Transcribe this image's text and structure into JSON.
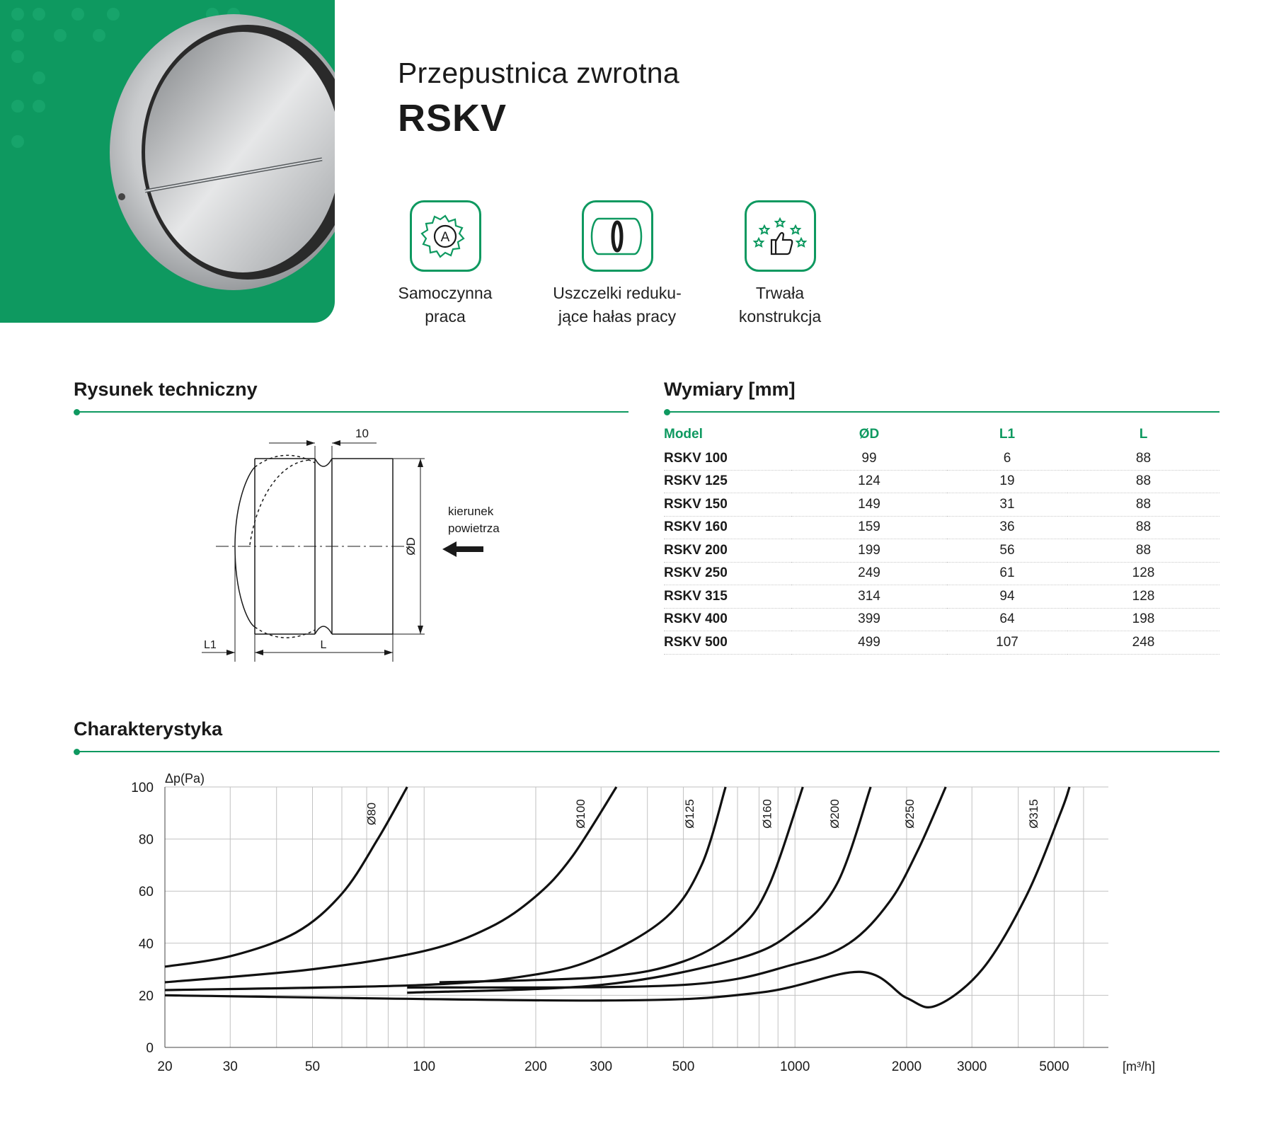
{
  "header": {
    "subtitle": "Przepustnica zwrotna",
    "model": "RSKV"
  },
  "colors": {
    "brand_green": "#0e9960",
    "text": "#1a1a1a",
    "grid": "#bdbdbd"
  },
  "features": [
    {
      "icon": "gear-automatic-icon",
      "line1": "Samoczynna",
      "line2": "praca"
    },
    {
      "icon": "seal-ring-icon",
      "line1": "Uszczelki reduku-",
      "line2": "jące hałas pracy"
    },
    {
      "icon": "thumbs-up-stars-icon",
      "line1": "Trwała",
      "line2": "konstrukcja"
    }
  ],
  "drawing": {
    "title": "Rysunek techniczny",
    "dim_10": "10",
    "label_D": "ØD",
    "label_L": "L",
    "label_L1": "L1",
    "airflow_line1": "kierunek",
    "airflow_line2": "powietrza"
  },
  "dimensions": {
    "title": "Wymiary [mm]",
    "columns": [
      "Model",
      "ØD",
      "L1",
      "L"
    ],
    "rows": [
      [
        "RSKV 100",
        "99",
        "6",
        "88"
      ],
      [
        "RSKV 125",
        "124",
        "19",
        "88"
      ],
      [
        "RSKV 150",
        "149",
        "31",
        "88"
      ],
      [
        "RSKV 160",
        "159",
        "36",
        "88"
      ],
      [
        "RSKV 200",
        "199",
        "56",
        "88"
      ],
      [
        "RSKV 250",
        "249",
        "61",
        "128"
      ],
      [
        "RSKV 315",
        "314",
        "94",
        "128"
      ],
      [
        "RSKV 400",
        "399",
        "64",
        "198"
      ],
      [
        "RSKV 500",
        "499",
        "107",
        "248"
      ]
    ]
  },
  "characteristic": {
    "title": "Charakterystyka"
  },
  "chart_data": {
    "type": "line",
    "title": "",
    "xlabel": "[m³/h]",
    "ylabel": "Δp(Pa)",
    "xscale": "log",
    "xlim": [
      20,
      7000
    ],
    "ylim": [
      0,
      100
    ],
    "x_ticks": [
      20,
      30,
      50,
      100,
      200,
      300,
      500,
      1000,
      2000,
      3000,
      5000
    ],
    "y_ticks": [
      0,
      20,
      40,
      60,
      80,
      100
    ],
    "grid": true,
    "series": [
      {
        "name": "Ø80",
        "x": [
          20,
          30,
          45,
          60,
          75,
          90
        ],
        "y": [
          31,
          35,
          44,
          59,
          80,
          100
        ]
      },
      {
        "name": "Ø100",
        "x": [
          20,
          50,
          100,
          150,
          200,
          250,
          330
        ],
        "y": [
          25,
          30,
          37,
          46,
          58,
          73,
          100
        ]
      },
      {
        "name": "Ø125",
        "x": [
          20,
          100,
          200,
          300,
          450,
          560,
          650
        ],
        "y": [
          22,
          24,
          28,
          35,
          50,
          70,
          100
        ]
      },
      {
        "name": "Ø160",
        "x": [
          110,
          300,
          500,
          700,
          850,
          1050
        ],
        "y": [
          25,
          27,
          33,
          45,
          62,
          100
        ]
      },
      {
        "name": "Ø200",
        "x": [
          90,
          300,
          700,
          1000,
          1300,
          1600
        ],
        "y": [
          21,
          24,
          34,
          45,
          63,
          100
        ]
      },
      {
        "name": "Ø250",
        "x": [
          90,
          500,
          1000,
          1400,
          1800,
          2150,
          2550
        ],
        "y": [
          23,
          24,
          32,
          40,
          56,
          76,
          100
        ]
      },
      {
        "name": "Ø315",
        "x": [
          20,
          300,
          800,
          1500,
          2000,
          2400,
          3200,
          4200,
          5200,
          5500
        ],
        "y": [
          20,
          18,
          21,
          29,
          19,
          16,
          30,
          58,
          90,
          100
        ]
      }
    ]
  }
}
